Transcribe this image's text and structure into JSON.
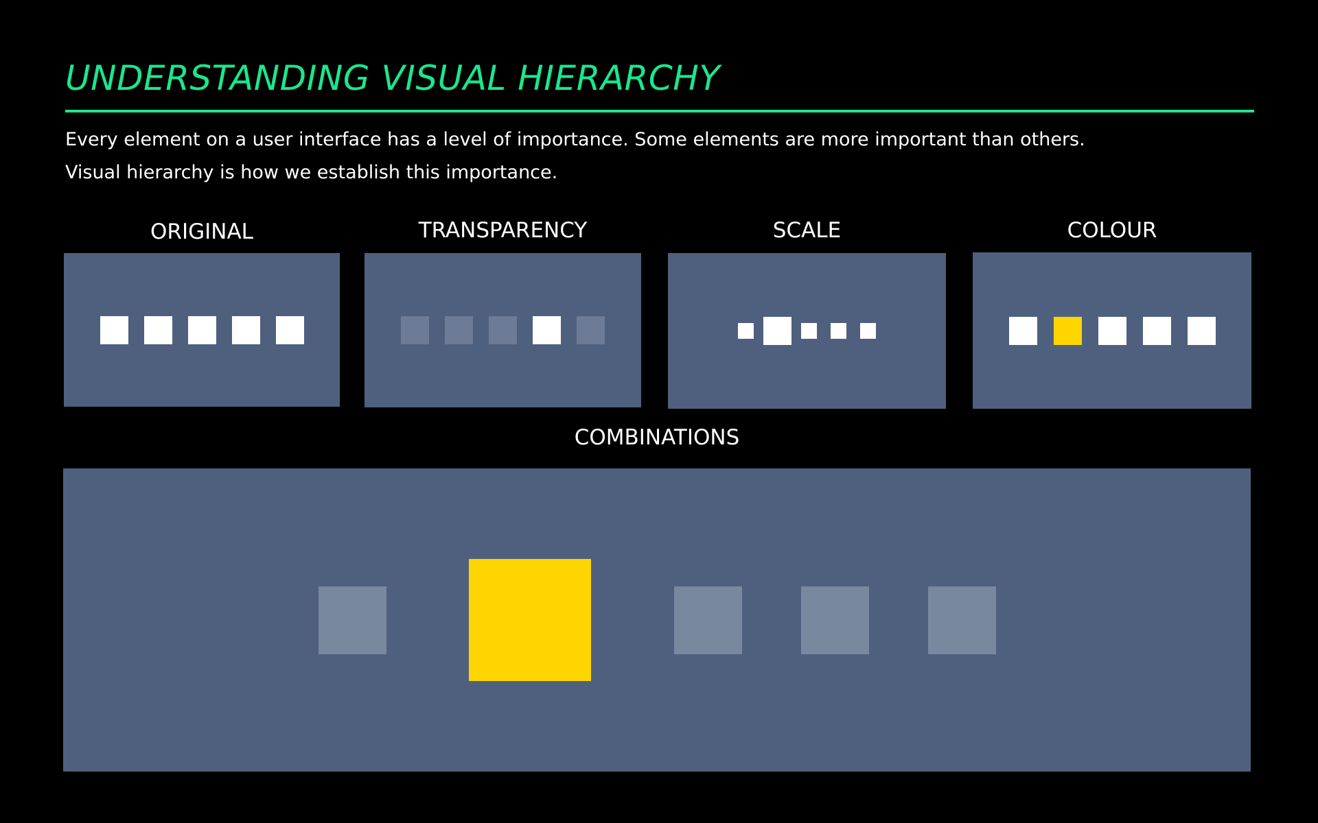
{
  "title": "UNDERSTANDING VISUAL HIERARCHY",
  "intro": {
    "line1": "Every element on a user interface has a level of importance. Some elements are more important than others.",
    "line2": "Visual hierarchy is how we establish this importance."
  },
  "colors": {
    "background": "#000000",
    "accent": "#19e88e",
    "panel": "#4f607e",
    "square": "#ffffff",
    "muted_square": "#6d7b96",
    "combination_square": "#79879f",
    "highlight": "#ffd500"
  },
  "panels": {
    "original": {
      "label": "ORIGINAL",
      "squares": [
        {
          "color": "#ffffff",
          "scale": 1,
          "opacity": 1
        },
        {
          "color": "#ffffff",
          "scale": 1,
          "opacity": 1
        },
        {
          "color": "#ffffff",
          "scale": 1,
          "opacity": 1
        },
        {
          "color": "#ffffff",
          "scale": 1,
          "opacity": 1
        },
        {
          "color": "#ffffff",
          "scale": 1,
          "opacity": 1
        }
      ]
    },
    "transparency": {
      "label": "TRANSPARENCY",
      "squares": [
        {
          "color": "#6d7b96",
          "scale": 1,
          "opacity": 1
        },
        {
          "color": "#6d7b96",
          "scale": 1,
          "opacity": 1
        },
        {
          "color": "#6d7b96",
          "scale": 1,
          "opacity": 1
        },
        {
          "color": "#ffffff",
          "scale": 1,
          "opacity": 1
        },
        {
          "color": "#6d7b96",
          "scale": 1,
          "opacity": 1
        }
      ]
    },
    "scale": {
      "label": "SCALE",
      "squares": [
        {
          "color": "#ffffff",
          "scale": 1,
          "opacity": 1
        },
        {
          "color": "#ffffff",
          "scale": 1.8,
          "opacity": 1
        },
        {
          "color": "#ffffff",
          "scale": 1,
          "opacity": 1
        },
        {
          "color": "#ffffff",
          "scale": 1,
          "opacity": 1
        },
        {
          "color": "#ffffff",
          "scale": 1,
          "opacity": 1
        }
      ]
    },
    "colour": {
      "label": "COLOUR",
      "squares": [
        {
          "color": "#ffffff",
          "scale": 1,
          "opacity": 1
        },
        {
          "color": "#ffd500",
          "scale": 1,
          "opacity": 1
        },
        {
          "color": "#ffffff",
          "scale": 1,
          "opacity": 1
        },
        {
          "color": "#ffffff",
          "scale": 1,
          "opacity": 1
        },
        {
          "color": "#ffffff",
          "scale": 1,
          "opacity": 1
        }
      ]
    },
    "combinations": {
      "label": "COMBINATIONS",
      "squares": [
        {
          "color": "#79879f",
          "scale": 1,
          "opacity": 1
        },
        {
          "color": "#ffd500",
          "scale": 1.8,
          "opacity": 1
        },
        {
          "color": "#79879f",
          "scale": 1,
          "opacity": 1
        },
        {
          "color": "#79879f",
          "scale": 1,
          "opacity": 1
        },
        {
          "color": "#79879f",
          "scale": 1,
          "opacity": 1
        }
      ]
    }
  }
}
